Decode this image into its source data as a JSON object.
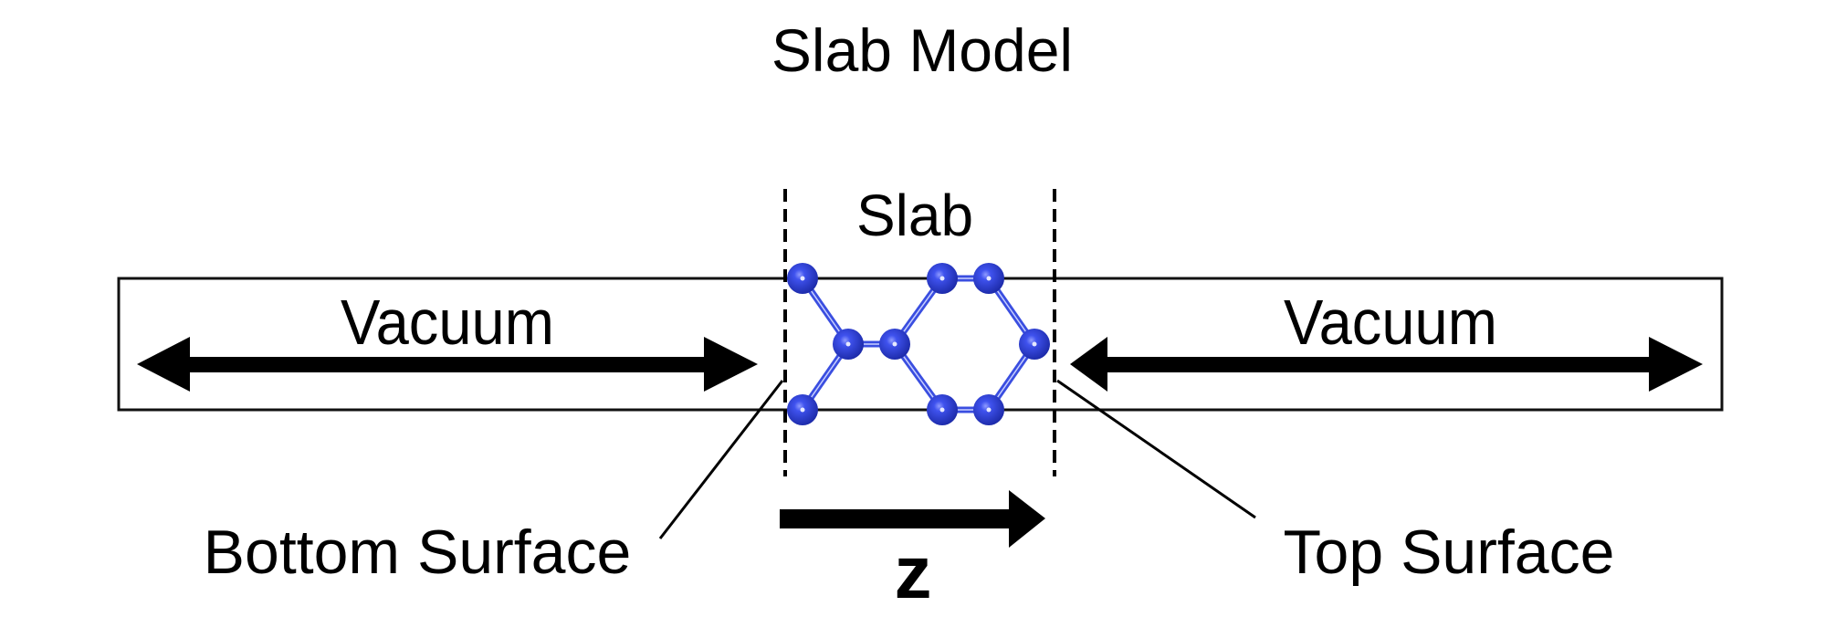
{
  "diagram": {
    "title": "Slab Model",
    "slab_label": "Slab",
    "vacuum_left_label": "Vacuum",
    "vacuum_right_label": "Vacuum",
    "bottom_surface_label": "Bottom Surface",
    "top_surface_label": "Top Surface",
    "axis_label": "z",
    "atom_color": "#2e3fd6",
    "atom_highlight": "#6f7cff",
    "bond_color": "#3a4ee0",
    "line_color": "#000000"
  }
}
